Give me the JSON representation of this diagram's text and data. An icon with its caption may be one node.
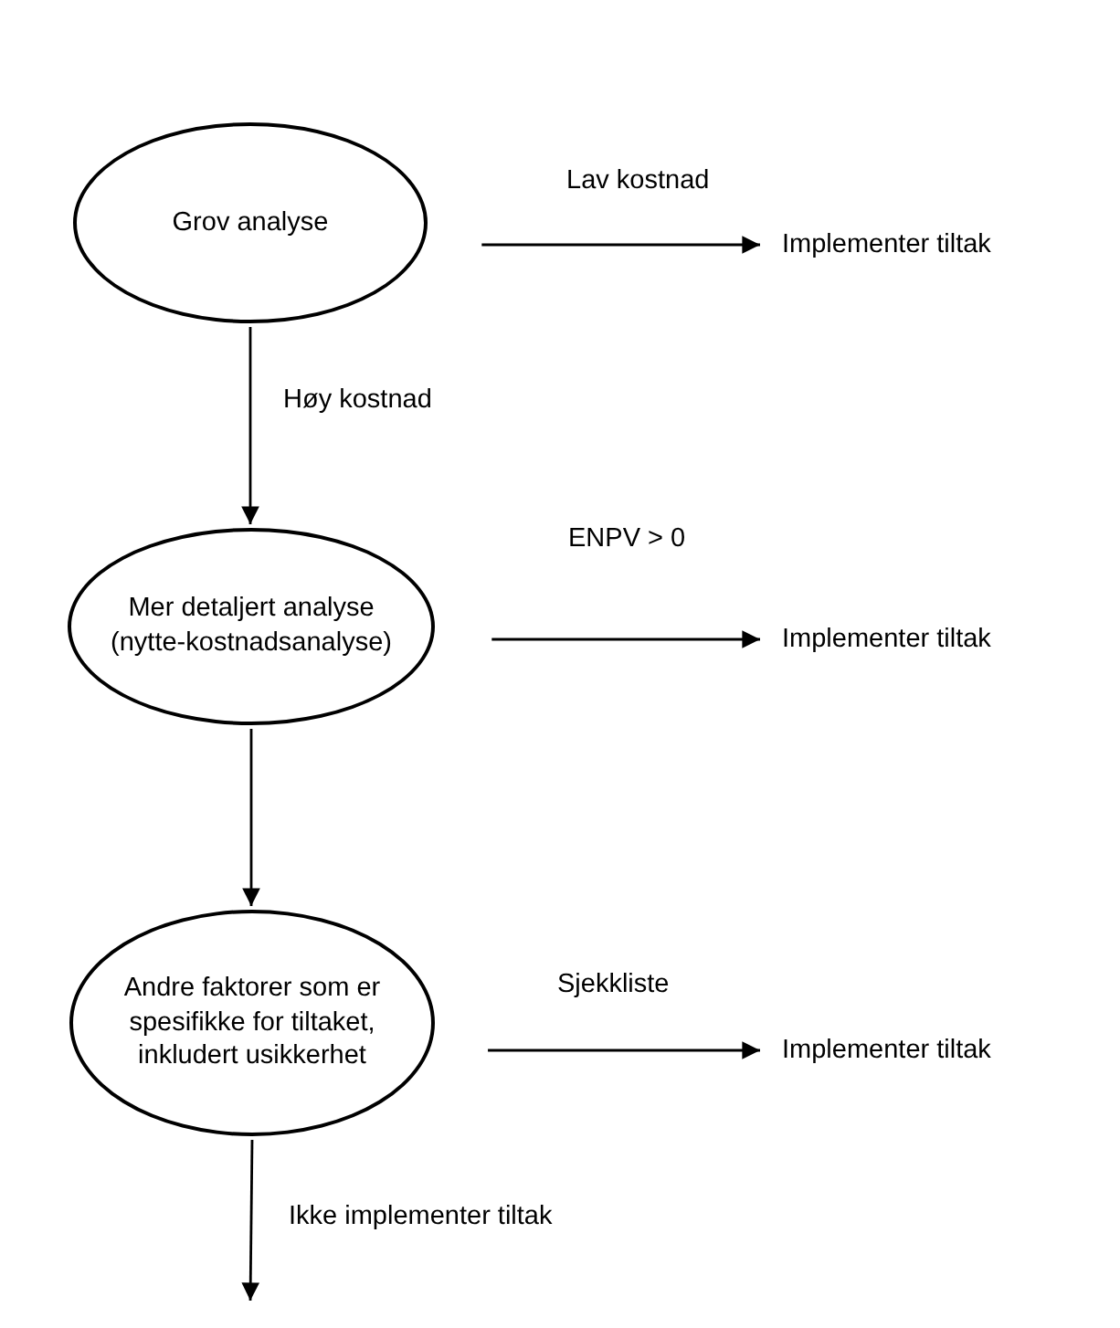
{
  "diagram": {
    "nodes": [
      {
        "text": [
          "Grov analyse"
        ]
      },
      {
        "text": [
          "Implementer tiltak"
        ]
      },
      {
        "text": [
          "Mer detaljert analyse (nytte-kostnadsanalyse)"
        ]
      },
      {
        "text": [
          "Implementer tiltak"
        ]
      },
      {
        "text": [
          "Andre faktorer som er spesifikke for tiltaket, inkludert usikkerhet"
        ]
      },
      {
        "text": [
          "Implementer tiltak"
        ]
      }
    ],
    "edges": [
      {
        "from": 0,
        "to": 1,
        "arrow": "to",
        "label": "Lav kostnad"
      },
      {
        "from": 0,
        "to": 2,
        "arrow": "to",
        "label": "Høy kostnad"
      },
      {
        "from": 2,
        "to": 3,
        "arrow": "to",
        "label": "ENPV > 0"
      },
      {
        "from": 2,
        "to": 4,
        "arrow": "to"
      },
      {
        "from": 4,
        "to": 5,
        "arrow": "to",
        "label": "Sjekkliste"
      },
      {
        "from": 4,
        "to": null,
        "arrow": "to",
        "label": "Ikke implementer tiltak"
      }
    ]
  }
}
